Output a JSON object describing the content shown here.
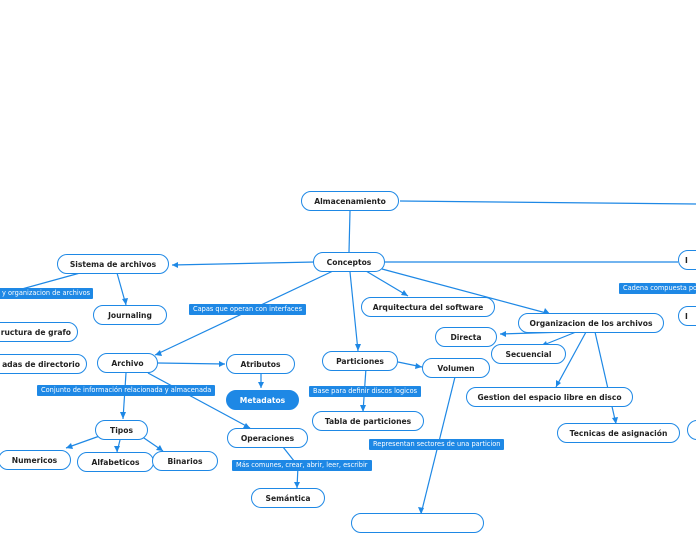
{
  "nodes": {
    "almacenamiento": "Almacenamiento",
    "conceptos": "Conceptos",
    "sistema_archivos": "Sistema de archivos",
    "journaling": "Journaling",
    "estructura_grafo": "ructura de grafo",
    "entradas_directorio": "adas de directorio",
    "archivo": "Archivo",
    "atributos": "Atributos",
    "metadatos": "Metadatos",
    "tipos": "Tipos",
    "numericos": "Numericos",
    "alfabeticos": "Alfabeticos",
    "binarios": "Binarios",
    "operaciones": "Operaciones",
    "semantica": "Semántica",
    "arquitectura_software": "Arquitectura del software",
    "particiones": "Particiones",
    "tabla_particiones": "Tabla de particiones",
    "volumen": "Volumen",
    "organizacion_archivos": "Organizacion de los archivos",
    "directa": "Directa",
    "secuencial": "Secuencial",
    "gestion_espacio_libre": "Gestion del espacio libre en disco",
    "tecnicas_asignacion": "Tecnicas de asignación",
    "right_node_a": "I",
    "right_node_b": "I"
  },
  "labels": {
    "organizacion_archivos_frag": "y organizacion de archivos",
    "capas_interfaces": "Capas que operan con interfaces",
    "conjunto_informacion": "Conjunto de información relacionada y almacenada",
    "mas_comunes": "Más comunes, crear, abrir, leer, escribir",
    "base_discos_logicos": "Base para definir discos logicos",
    "sectores_particion": "Representan sectores de una particion",
    "cadena_compuesta": "Cadena compuesta po"
  },
  "colors": {
    "accent": "#1e88e5",
    "text": "#222222",
    "background": "#ffffff"
  }
}
